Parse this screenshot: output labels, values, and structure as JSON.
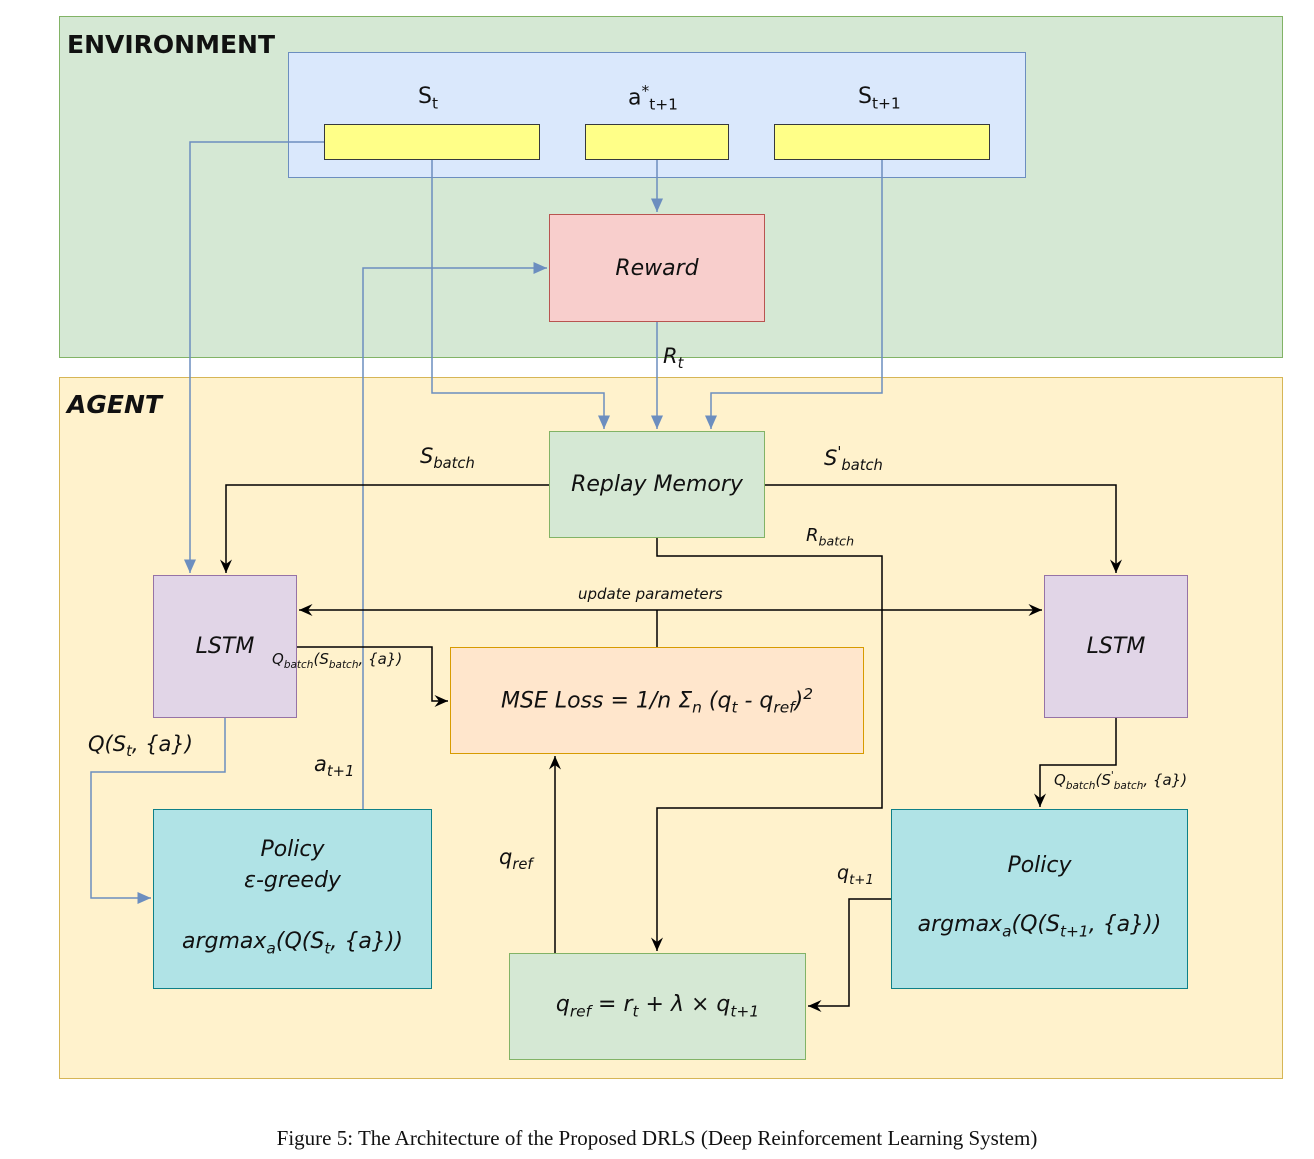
{
  "environment": {
    "title": "ENVIRONMENT",
    "state_label": "S",
    "state_sub": "t",
    "action_label": "a",
    "action_sup": "*",
    "action_sub": "t+1",
    "next_state_label": "S",
    "next_state_sub": "t+1",
    "reward": "Reward",
    "reward_edge": "R",
    "reward_edge_sub": "t"
  },
  "agent": {
    "title": "AGENT",
    "replay_memory": "Replay Memory",
    "s_batch": "S",
    "s_batch_sub": "batch",
    "s_prime_batch": "S",
    "s_prime_sup": "'",
    "s_prime_sub": "batch",
    "r_batch": "R",
    "r_batch_sub": "batch",
    "lstm_left": "LSTM",
    "lstm_right": "LSTM",
    "update_parameters": "update parameters",
    "q_batch_left": "Q",
    "q_batch_left_sub": "batch",
    "q_batch_left_rest1": "(S",
    "q_batch_left_rest_sub": "batch",
    "q_batch_left_rest2": ", {a})",
    "mse_loss": "MSE Loss = 1/n Σ",
    "mse_n": "n",
    "mse_rest": " (q",
    "mse_t": "t",
    "mse_minus": " - q",
    "mse_ref": "ref",
    "mse_close": ")",
    "mse_sq": "2",
    "q_st": "Q(S",
    "q_st_sub": "t",
    "q_st_rest": ", {a})",
    "a_next": "a",
    "a_next_sub": "t+1",
    "policy_left_title": "Policy",
    "policy_left_sub": "ε-greedy",
    "policy_left_formula": "argmax",
    "policy_left_a": "a",
    "policy_left_rest1": "(Q(S",
    "policy_left_t": "t",
    "policy_left_rest2": ", {a}))",
    "q_ref": "q",
    "q_ref_sub": "ref",
    "q_batch_right": "Q",
    "q_batch_right_sub": "batch",
    "q_batch_right_rest1": "(S",
    "q_batch_right_sup": "'",
    "q_batch_right_sub2": "batch",
    "q_batch_right_rest2": ", {a})",
    "policy_right_title": "Policy",
    "policy_right_formula": "argmax",
    "policy_right_a": "a",
    "policy_right_rest1": "(Q(S",
    "policy_right_t": "t+1",
    "policy_right_rest2": ", {a}))",
    "q_next": "q",
    "q_next_sub": "t+1",
    "target_q": "q",
    "target_q_ref": "ref",
    "target_eq": " = r",
    "target_t": "t",
    "target_rest": " + λ × q",
    "target_t1": "t+1"
  },
  "caption": "Figure 5: The Architecture of the Proposed DRLS (Deep Reinforcement Learning System)"
}
